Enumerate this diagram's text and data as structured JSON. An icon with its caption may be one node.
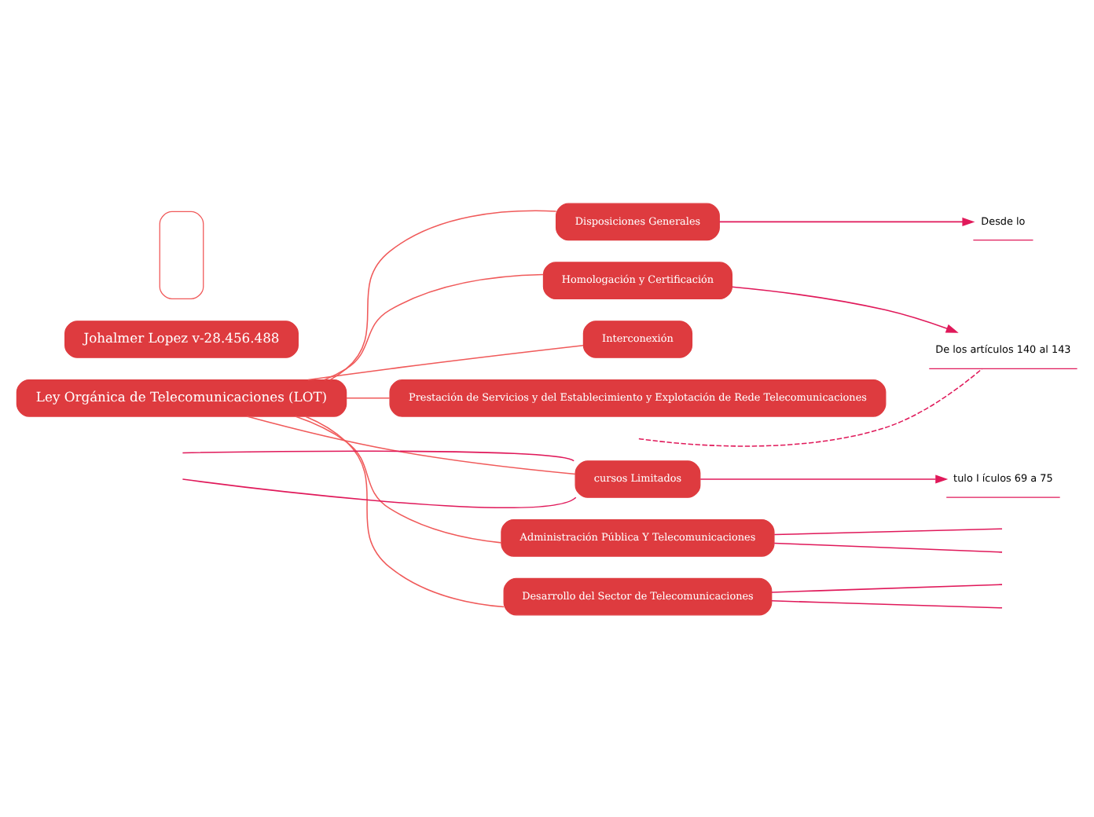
{
  "diagram": {
    "nodes": [
      {
        "text": [
          "Ley Orgánica de Telecomunicaciones (LOT)"
        ]
      },
      {
        "text": [
          "Disposiciones Generales"
        ]
      },
      {
        "text": [
          "Desde lo"
        ]
      },
      {
        "text": [
          "Homologación y Certificación"
        ]
      },
      {
        "text": [
          "De los artículos 140 al 143"
        ]
      },
      {
        "text": [
          "Johalmer Lopez v-28.456.488"
        ]
      },
      {
        "text": [],
        "shape": "box"
      },
      {
        "text": [
          "Interconexión"
        ]
      },
      {
        "text": [
          "Prestación de Servicios y del Establecimiento y Explotación de Rede Telecomunicaciones"
        ]
      },
      {
        "text": [
          "cursos Limitados"
        ]
      },
      {
        "text": [
          "tulo I ículos 69 a 75"
        ]
      },
      {
        "text": [
          "Administración Pública Y Telecomunicaciones"
        ]
      },
      {
        "text": [
          "Desarrollo del Sector de Telecomunicaciones"
        ]
      }
    ],
    "edges": [
      {
        "from": 0,
        "to": 1,
        "arrow": "none"
      },
      {
        "from": 1,
        "to": 2,
        "arrow": "to",
        "color": "#e0195a"
      },
      {
        "from": 0,
        "to": 3,
        "arrow": "none"
      },
      {
        "from": 3,
        "to": 4,
        "arrow": "to",
        "color": "#e0195a"
      },
      {
        "from": null,
        "to": 4,
        "arrow": "none",
        "style": "dashed",
        "color": "#e0195a"
      },
      {
        "from": 0,
        "to": 7,
        "arrow": "none"
      },
      {
        "from": 0,
        "to": 8,
        "arrow": "none"
      },
      {
        "from": 0,
        "to": 9,
        "arrow": "none"
      },
      {
        "from": 9,
        "to": null,
        "arrow": "none",
        "color": "#e0195a"
      },
      {
        "from": 9,
        "to": null,
        "arrow": "none",
        "color": "#e0195a"
      },
      {
        "from": 9,
        "to": 10,
        "arrow": "to",
        "color": "#e0195a"
      },
      {
        "from": 0,
        "to": 11,
        "arrow": "none"
      },
      {
        "from": 11,
        "to": null,
        "arrow": "none",
        "color": "#e0195a"
      },
      {
        "from": 11,
        "to": null,
        "arrow": "none",
        "color": "#e0195a"
      },
      {
        "from": 0,
        "to": 12,
        "arrow": "none"
      },
      {
        "from": 12,
        "to": null,
        "arrow": "none",
        "color": "#e0195a"
      },
      {
        "from": 12,
        "to": null,
        "arrow": "none",
        "color": "#e0195a"
      }
    ]
  }
}
